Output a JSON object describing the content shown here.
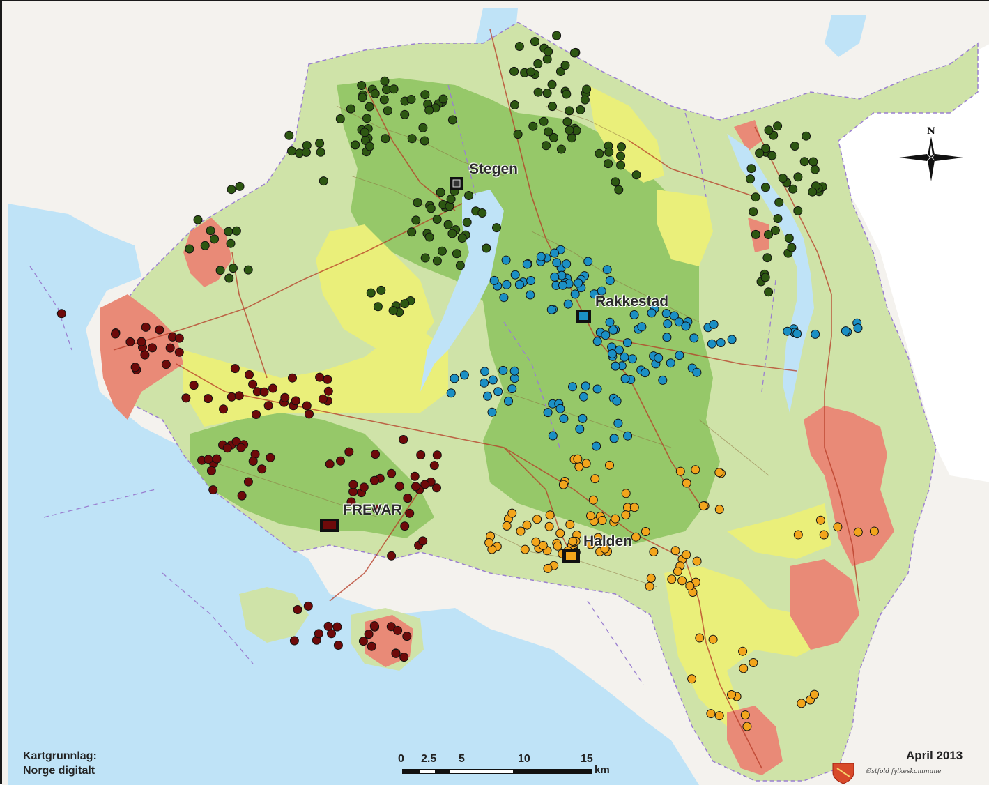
{
  "map": {
    "cities": [
      {
        "key": "stegen",
        "label": "Stegen"
      },
      {
        "key": "rakkestad",
        "label": "Rakkestad"
      },
      {
        "key": "frevar",
        "label": "FREVAR"
      },
      {
        "key": "halden",
        "label": "Halden"
      }
    ],
    "north_letter": "N",
    "credit_line1": "Kartgrunnlag:",
    "credit_line2": "Norge digitalt",
    "date": "April 2013",
    "scale_ticks": [
      "0",
      "2.5",
      "5",
      "10",
      "15"
    ],
    "scale_unit": "km",
    "county_text": "Østfold fylkeskommune"
  },
  "colors": {
    "water": "#bfe3f7",
    "sea_lines": "#9a7fd0",
    "land_pale": "#f4f2ee",
    "land_light_green": "#cfe3a8",
    "forest_green": "#96c869",
    "yellow": "#eaef7a",
    "urban": "#e98a77",
    "roads": "#b63a24",
    "green_markers": "#2d5712",
    "blue_markers": "#1b8fc4",
    "dark_red_markers": "#6e0a0a",
    "orange_markers": "#f2a51c"
  },
  "legend_icons": [
    "north-arrow-icon",
    "county-shield-icon"
  ]
}
